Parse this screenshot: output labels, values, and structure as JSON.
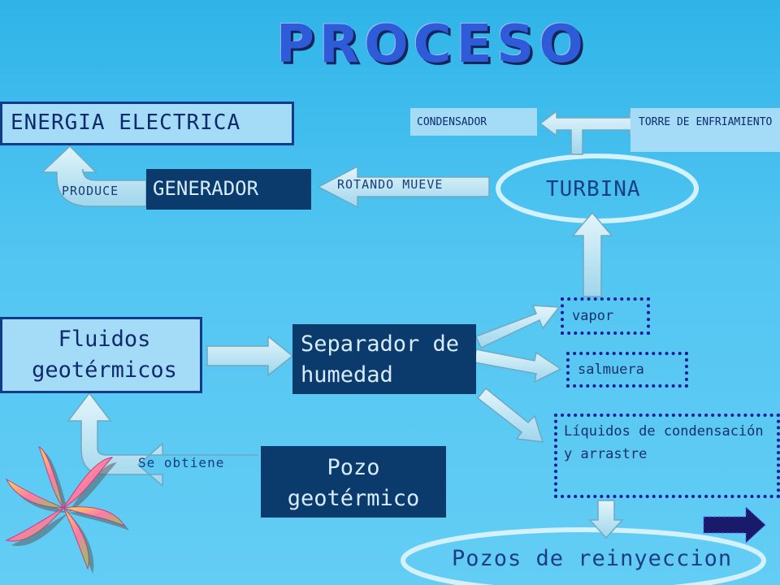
{
  "title": "PROCESO",
  "nodes": {
    "energia": "ENERGIA ELECTRICA",
    "generador": "GENERADOR",
    "turbina": "TURBINA",
    "condensador": "CONDENSADOR",
    "torre": "TORRE DE ENFRIAMIENTO",
    "fluidos": "Fluidos geotérmicos",
    "separador": "Separador de humedad",
    "vapor": "vapor",
    "salmuera": "salmuera",
    "liquidos": "Líquidos de condensación y arrastre",
    "pozo": "Pozo geotérmico",
    "reinyeccion": "Pozos de reinyeccion"
  },
  "labels": {
    "produce": "PRODUCE",
    "rotando": "ROTANDO MUEVE",
    "se_obtiene": "Se obtiene"
  },
  "colors": {
    "background": "#3fbdee",
    "navy_box": "#0b3a6c",
    "light_box": "#a4dcf8",
    "dotted_border": "#1a1a9a",
    "arrow_fill": "#bfe6f4"
  }
}
